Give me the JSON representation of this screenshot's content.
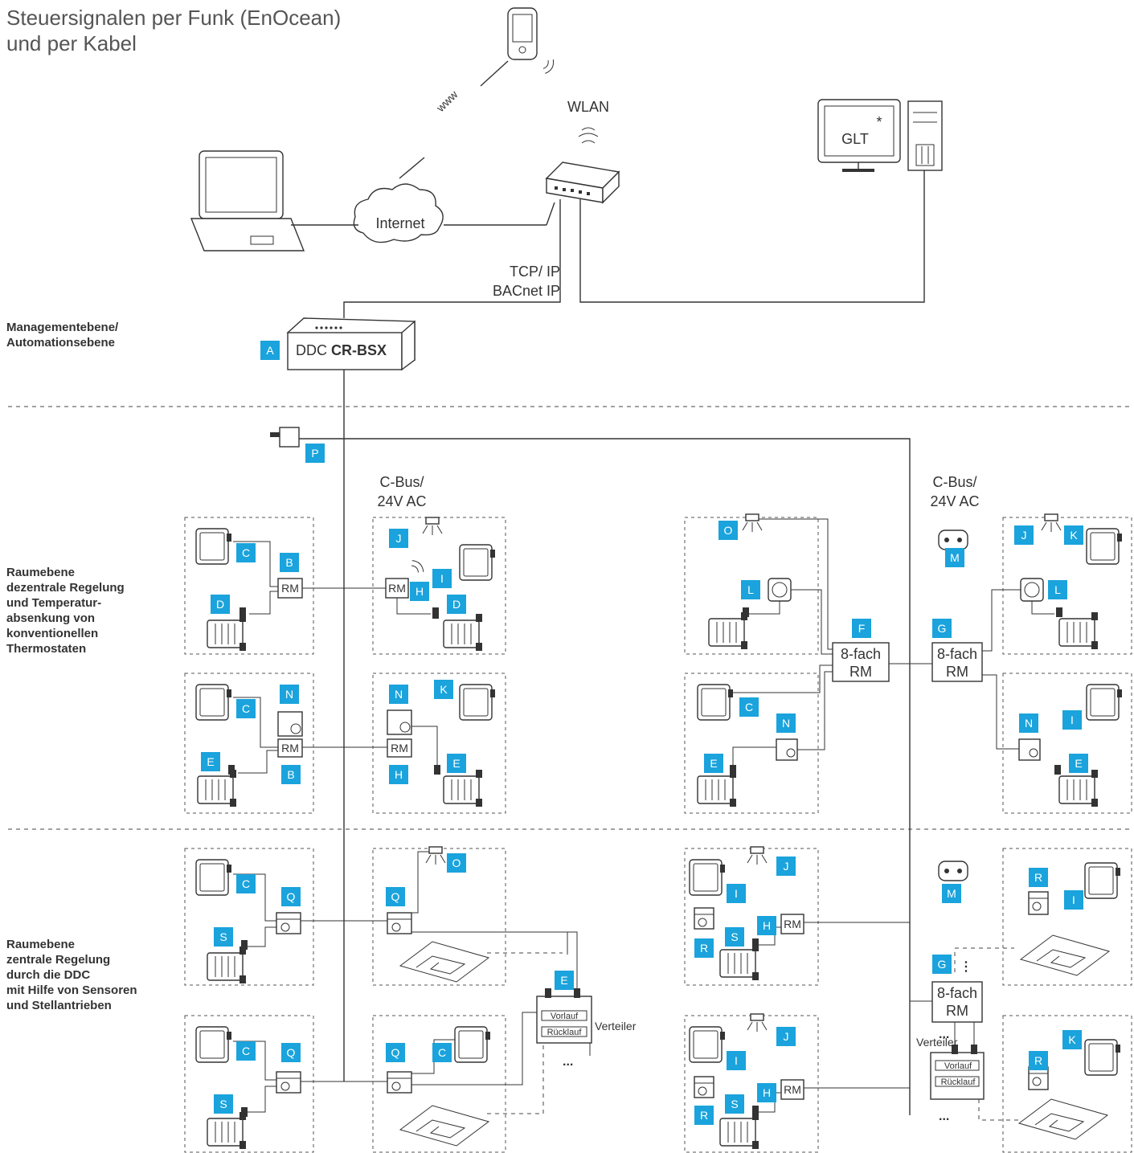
{
  "title": {
    "line1": "Steuersignalen per Funk (EnOcean)",
    "line2": "und per Kabel"
  },
  "levels": {
    "management": [
      "Managementebene/",
      "Automationsebene"
    ],
    "decentral": [
      "Raumebene",
      "dezentrale Regelung",
      "und Temperatur-",
      "absenkung von",
      "konventionellen",
      "Thermostaten"
    ],
    "central": [
      "Raumebene",
      "zentrale Regelung",
      "durch die DDC",
      "mit Hilfe von Sensoren",
      "und Stellantrieben"
    ]
  },
  "network": {
    "www": "www",
    "wlan": "WLAN",
    "internet": "Internet",
    "glt": "GLT",
    "glt_star": "*",
    "tcp": "TCP/ IP",
    "bacnet": "BACnet IP"
  },
  "ddc": {
    "prefix": "DDC ",
    "model": "CR-BSX"
  },
  "bus": {
    "line1": "C-Bus/",
    "line2": "24V AC"
  },
  "devices": {
    "rm": "RM",
    "multi_rm_1": "8-fach",
    "multi_rm_2": "RM",
    "verteiler": "Verteiler",
    "vorlauf": "Vorlauf",
    "ruecklauf": "Rücklauf",
    "dots": "...",
    "vdots": "⋮"
  },
  "colors": {
    "badge": "#1aa3dc",
    "line": "#333333"
  }
}
